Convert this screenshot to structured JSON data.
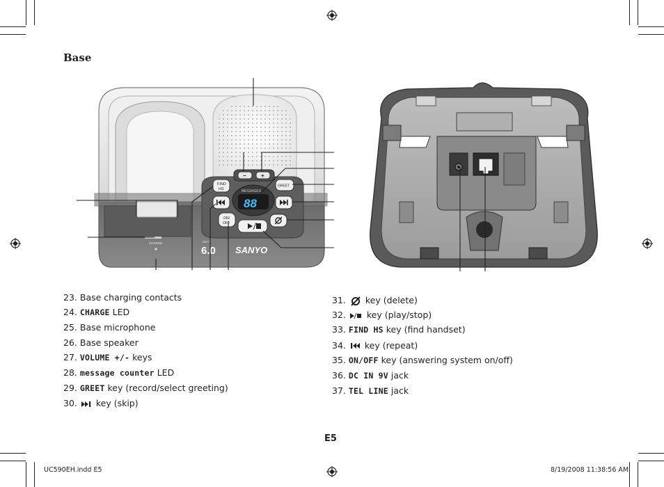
{
  "section_title": "Base",
  "figure": {
    "digits": "88",
    "messages_label": "MESSAGES",
    "find_hs_line1": "FIND",
    "find_hs_line2": "HS",
    "greet": "GREET",
    "on_line1": "ON/",
    "on_line2": "OFF",
    "minus": "−",
    "plus": "+",
    "charge": "CHARGE",
    "model_small": "DECT",
    "model_big": "6.0",
    "brand": "SANYO"
  },
  "legend_left": [
    {
      "num": "23.",
      "pre": "",
      "key": "",
      "post": "Base charging contacts"
    },
    {
      "num": "24.",
      "pre": "",
      "key": "CHARGE",
      "post": " LED"
    },
    {
      "num": "25.",
      "pre": "",
      "key": "",
      "post": "Base microphone"
    },
    {
      "num": "26.",
      "pre": "",
      "key": "",
      "post": "Base speaker"
    },
    {
      "num": "27.",
      "pre": "",
      "key": "VOLUME +/-",
      "post": " keys"
    },
    {
      "num": "28.",
      "pre": "",
      "key": "message counter",
      "post": " LED"
    },
    {
      "num": "29.",
      "pre": "",
      "key": "GREET",
      "post": " key (record/select greeting)"
    },
    {
      "num": "30.",
      "pre": "skip",
      "key": "",
      "post": " key (skip)"
    }
  ],
  "legend_right": [
    {
      "num": "31.",
      "pre": "delete",
      "key": "",
      "post": " key (delete)"
    },
    {
      "num": "32.",
      "pre": "playstop",
      "key": "",
      "post": " key (play/stop)"
    },
    {
      "num": "33.",
      "pre": "",
      "key": "FIND HS",
      "post": " key (find handset)"
    },
    {
      "num": "34.",
      "pre": "repeat",
      "key": "",
      "post": " key (repeat)"
    },
    {
      "num": "35.",
      "pre": "",
      "key": "ON/OFF",
      "post": " key (answering system on/off)"
    },
    {
      "num": "36.",
      "pre": "",
      "key": "DC IN 9V",
      "post": " jack"
    },
    {
      "num": "37.",
      "pre": "",
      "key": "TEL LINE",
      "post": " jack"
    }
  ],
  "page_number": "E5",
  "footer": {
    "file": "UC590EH.indd   E5",
    "timestamp": "8/19/2008   11:38:56 AM"
  }
}
